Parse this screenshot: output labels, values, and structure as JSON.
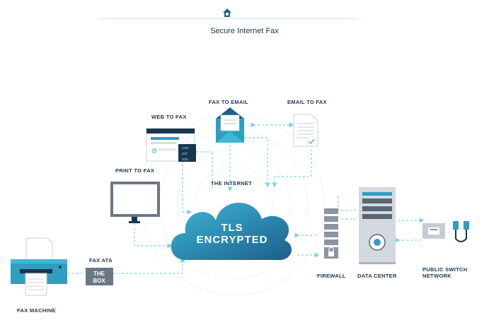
{
  "header": {
    "title": "Secure Internet Fax",
    "logo_icon": "house-cloud-icon"
  },
  "diagram": {
    "labels": {
      "fax_to_email": "FAX TO EMAIL",
      "email_to_fax": "EMAIL TO FAX",
      "web_to_fax": "WEB TO FAX",
      "print_to_fax": "PRINT TO FAX",
      "the_internet": "THE INTERNET",
      "firewall": "FIREWALL",
      "data_center": "DATA CENTER",
      "public_switch_network_1": "PUBLIC SWITCH",
      "public_switch_network_2": "NETWORK",
      "fax_ata": "FAX ATA",
      "fax_machine": "FAX MACHINE"
    },
    "cloud": {
      "line1": "TLS",
      "line2": "ENCRYPTED"
    },
    "box": {
      "line1": "THE",
      "line2": "BOX"
    },
    "browser_domains": [
      ".com",
      ".net",
      ".edu"
    ],
    "browser_at": "@",
    "colors": {
      "navy": "#1b3550",
      "teal": "#2e9fc0",
      "cloud_dark": "#1b5f8c",
      "cloud_light": "#3fb6d6",
      "dash": "#7fd4ea",
      "gray": "#6b7784"
    }
  }
}
